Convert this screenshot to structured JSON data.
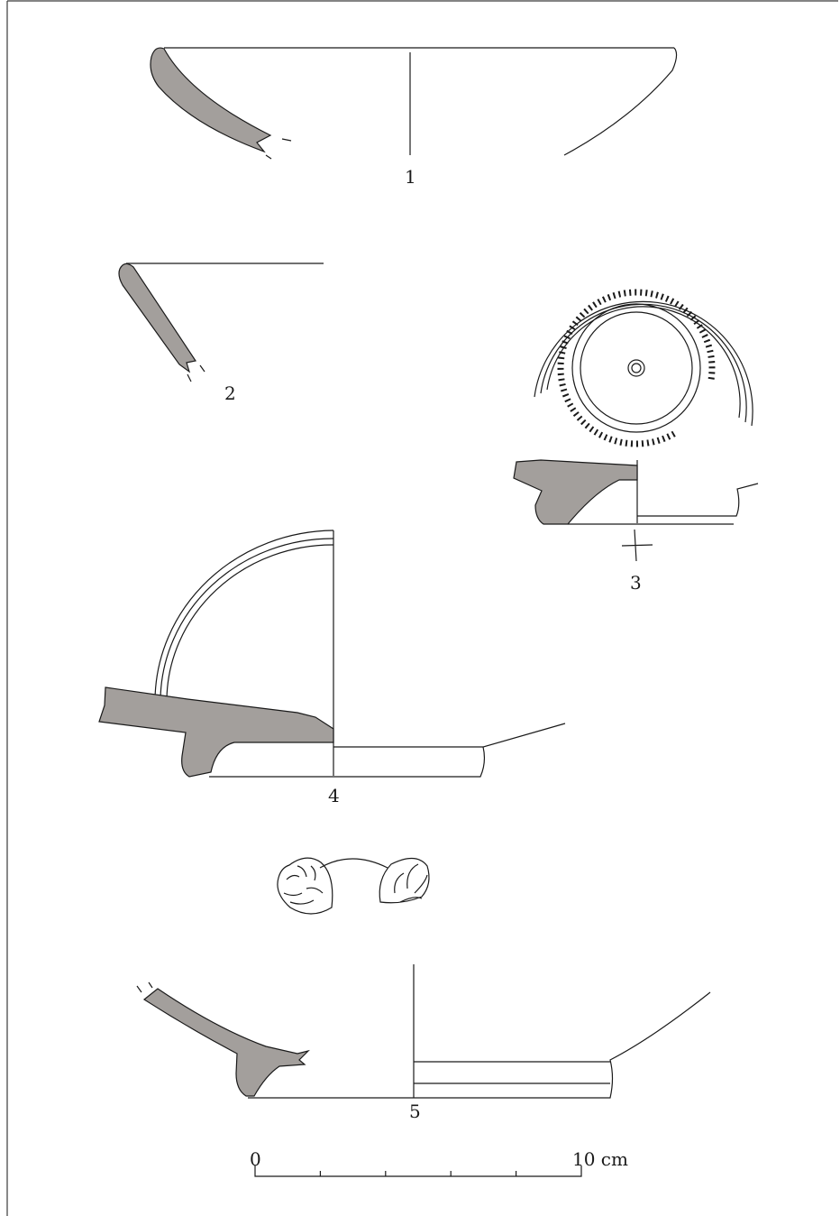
{
  "labels": {
    "fig1": "1",
    "fig2": "2",
    "fig3": "3",
    "fig4": "4",
    "fig5": "5"
  },
  "scale": {
    "start": "0",
    "end": "10 cm"
  },
  "colors": {
    "section_fill": "#a39f9c",
    "line": "#1a1a1a",
    "background": "#ffffff"
  }
}
